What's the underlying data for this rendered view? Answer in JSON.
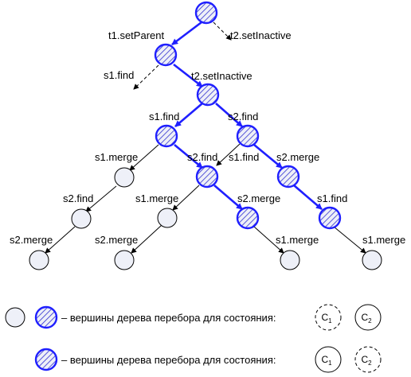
{
  "colors": {
    "highlight": "#1f1fff",
    "node_fill": "#eef0f8",
    "hatch_line": "#2f2fd0",
    "edge_thin": "#000000"
  },
  "edge_labels": {
    "t1_setParent": "t1.setParent",
    "t2_setInactive_top": "t2.setInactive",
    "s1_find_left": "s1.find",
    "t2_setInactive_mid": "t2.setInactive",
    "s1_find_a": "s1.find",
    "s2_find_a": "s2.find",
    "s1_merge_a": "s1.merge",
    "s2_find_b": "s2.find",
    "s1_find_b": "s1.find",
    "s2_merge_a": "s2.merge",
    "s2_find_c": "s2.find",
    "s1_merge_b": "s1.merge",
    "s2_merge_b": "s2.merge",
    "s1_find_c": "s1.find",
    "s2_merge_c": "s2.merge",
    "s2_merge_d": "s2.merge",
    "s1_merge_c": "s1.merge",
    "s1_merge_d": "s1.merge"
  },
  "legend": {
    "row1_text": "– вершины дерева перебора для состояния:",
    "row2_text": "– вершины дерева перебора для состояния:",
    "state_c": "C",
    "sub_1": "1",
    "sub_2": "2"
  }
}
